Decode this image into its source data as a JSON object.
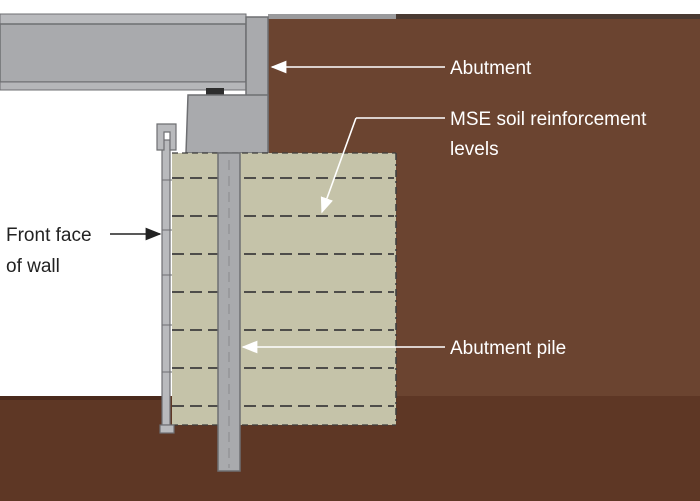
{
  "labels": {
    "abutment": "Abutment",
    "mse_line1": "MSE soil reinforcement",
    "mse_line2": "levels",
    "front_line1": "Front face",
    "front_line2": "of wall",
    "pile": "Abutment pile"
  },
  "colors": {
    "soil": "#6b4430",
    "soil_dark": "#5a3323",
    "mse_fill": "#c5c3a9",
    "concrete": "#a9aaad",
    "concrete_edge": "#6e6f72",
    "reinforcement": "#3d3d3d",
    "leader": "#ffffff"
  },
  "reinforcement_levels": 7
}
